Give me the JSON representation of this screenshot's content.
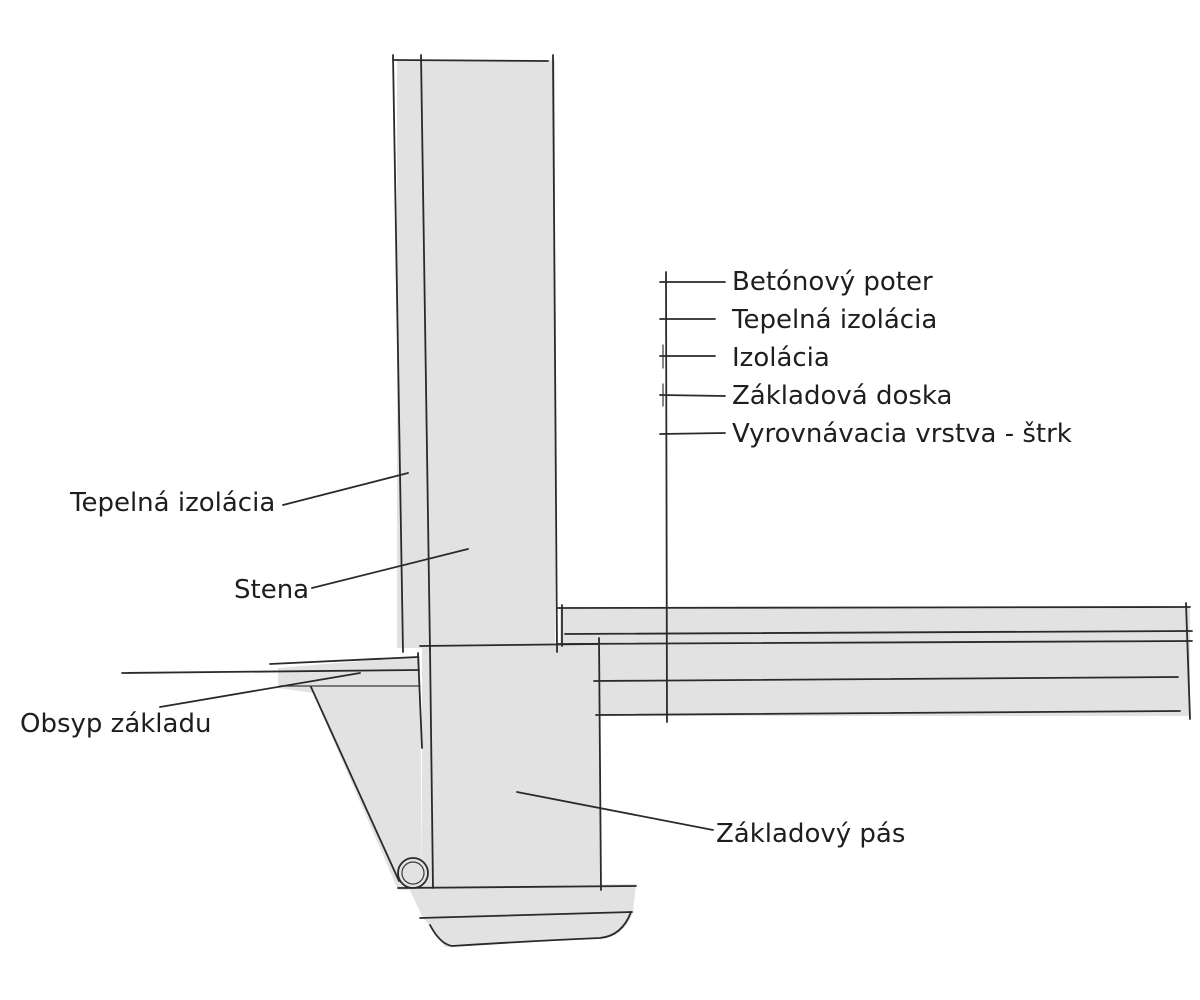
{
  "labels": {
    "betonovy_poter": "Betónový poter",
    "tepelna_izolacia_floor": "Tepelná izolácia",
    "izolacia": "Izolácia",
    "zakladova_doska": "Základová doska",
    "vyrovnavacia_vrstva": "Vyrovnávacia vrstva - štrk",
    "tepelna_izolacia_wall": "Tepelná izolácia",
    "stena": "Stena",
    "obsyp_zakladu": "Obsyp základu",
    "zakladovy_pas": "Základový pás"
  },
  "colors": {
    "ink": "#2a2a2a",
    "fill": "#e2e2e2"
  }
}
